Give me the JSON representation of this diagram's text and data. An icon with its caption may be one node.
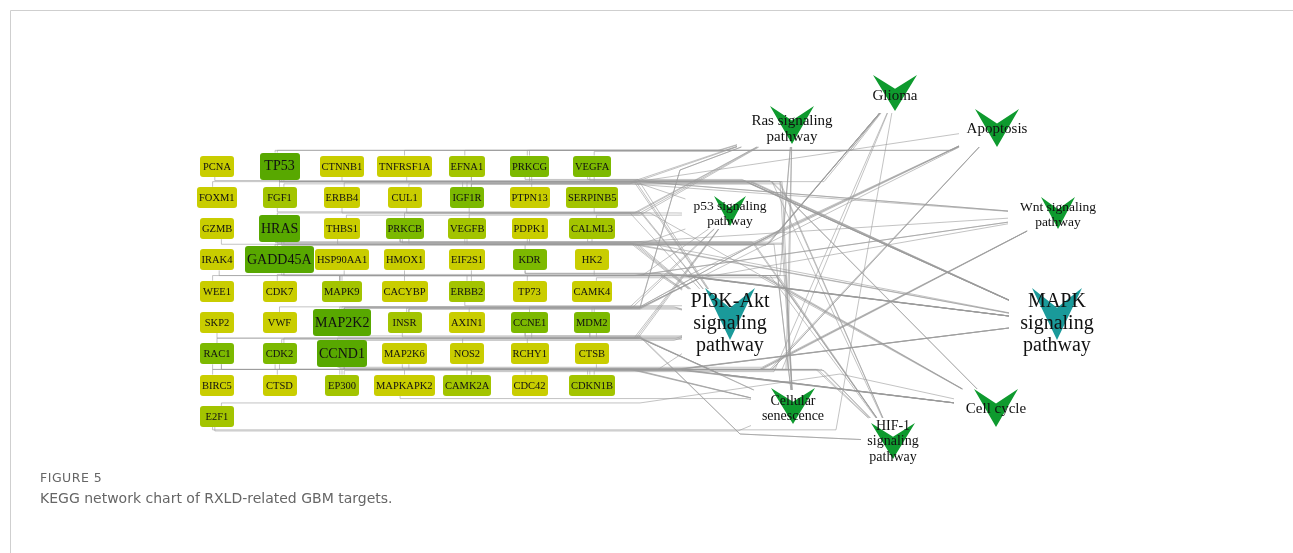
{
  "diagram": {
    "caption": "KEGG network chart of RXLD-related GBM targets.",
    "nodes": [
      {
        "text": [
          "PCNA"
        ]
      },
      {
        "text": [
          "TP53"
        ]
      },
      {
        "text": [
          "CTNNB1"
        ]
      },
      {
        "text": [
          "TNFRSF1A"
        ]
      },
      {
        "text": [
          "EFNA1"
        ]
      },
      {
        "text": [
          "PRKCG"
        ]
      },
      {
        "text": [
          "VEGFA"
        ]
      },
      {
        "text": [
          "FOXM1"
        ]
      },
      {
        "text": [
          "FGF1"
        ]
      },
      {
        "text": [
          "ERBB4"
        ]
      },
      {
        "text": [
          "CUL1"
        ]
      },
      {
        "text": [
          "IGF1R"
        ]
      },
      {
        "text": [
          "PTPN13"
        ]
      },
      {
        "text": [
          "SERPINB5"
        ]
      },
      {
        "text": [
          "GZMB"
        ]
      },
      {
        "text": [
          "HRAS"
        ]
      },
      {
        "text": [
          "THBS1"
        ]
      },
      {
        "text": [
          "PRKCB"
        ]
      },
      {
        "text": [
          "VEGFB"
        ]
      },
      {
        "text": [
          "PDPK1"
        ]
      },
      {
        "text": [
          "CALML3"
        ]
      },
      {
        "text": [
          "IRAK4"
        ]
      },
      {
        "text": [
          "GADD45A"
        ]
      },
      {
        "text": [
          "HSP90AA1"
        ]
      },
      {
        "text": [
          "HMOX1"
        ]
      },
      {
        "text": [
          "EIF2S1"
        ]
      },
      {
        "text": [
          "KDR"
        ]
      },
      {
        "text": [
          "HK2"
        ]
      },
      {
        "text": [
          "WEE1"
        ]
      },
      {
        "text": [
          "CDK7"
        ]
      },
      {
        "text": [
          "MAPK9"
        ]
      },
      {
        "text": [
          "CACYBP"
        ]
      },
      {
        "text": [
          "ERBB2"
        ]
      },
      {
        "text": [
          "TP73"
        ]
      },
      {
        "text": [
          "CAMK4"
        ]
      },
      {
        "text": [
          "SKP2"
        ]
      },
      {
        "text": [
          "VWF"
        ]
      },
      {
        "text": [
          "MAP2K2"
        ]
      },
      {
        "text": [
          "INSR"
        ]
      },
      {
        "text": [
          "AXIN1"
        ]
      },
      {
        "text": [
          "CCNE1"
        ]
      },
      {
        "text": [
          "MDM2"
        ]
      },
      {
        "text": [
          "RAC1"
        ]
      },
      {
        "text": [
          "CDK2"
        ]
      },
      {
        "text": [
          "CCND1"
        ]
      },
      {
        "text": [
          "MAP2K6"
        ]
      },
      {
        "text": [
          "NOS2"
        ]
      },
      {
        "text": [
          "RCHY1"
        ]
      },
      {
        "text": [
          "CTSB"
        ]
      },
      {
        "text": [
          "BIRC5"
        ]
      },
      {
        "text": [
          "CTSD"
        ]
      },
      {
        "text": [
          "EP300"
        ]
      },
      {
        "text": [
          "MAPKAPK2"
        ]
      },
      {
        "text": [
          "CAMK2A"
        ]
      },
      {
        "text": [
          "CDC42"
        ]
      },
      {
        "text": [
          "CDKN1B"
        ]
      },
      {
        "text": [
          "E2F1"
        ]
      },
      {
        "text": [
          "Glioma"
        ]
      },
      {
        "text": [
          "Ras signaling pathway"
        ]
      },
      {
        "text": [
          "Apoptosis"
        ]
      },
      {
        "text": [
          "p53 signaling pathway"
        ]
      },
      {
        "text": [
          "Wnt signaling pathway"
        ]
      },
      {
        "text": [
          "PI3K-Akt signaling pathway"
        ]
      },
      {
        "text": [
          "MAPK signaling pathway"
        ]
      },
      {
        "text": [
          "Cellular senescence"
        ]
      },
      {
        "text": [
          "HIF-1 signaling pathway"
        ]
      },
      {
        "text": [
          "Cell cycle"
        ]
      }
    ],
    "edges": [
      {
        "from": 1,
        "to": 57,
        "arrow": "none"
      },
      {
        "from": 5,
        "to": 57,
        "arrow": "none"
      },
      {
        "from": 11,
        "to": 57,
        "arrow": "none"
      },
      {
        "from": 15,
        "to": 57,
        "arrow": "none"
      },
      {
        "from": 17,
        "to": 57,
        "arrow": "none"
      },
      {
        "from": 20,
        "to": 57,
        "arrow": "none"
      },
      {
        "from": 37,
        "to": 57,
        "arrow": "none"
      },
      {
        "from": 41,
        "to": 57,
        "arrow": "none"
      },
      {
        "from": 44,
        "to": 57,
        "arrow": "none"
      },
      {
        "from": 53,
        "to": 57,
        "arrow": "none"
      },
      {
        "from": 56,
        "to": 57,
        "arrow": "none"
      },
      {
        "from": 4,
        "to": 58,
        "arrow": "none"
      },
      {
        "from": 5,
        "to": 58,
        "arrow": "none"
      },
      {
        "from": 6,
        "to": 58,
        "arrow": "none"
      },
      {
        "from": 8,
        "to": 58,
        "arrow": "none"
      },
      {
        "from": 11,
        "to": 58,
        "arrow": "none"
      },
      {
        "from": 15,
        "to": 58,
        "arrow": "none"
      },
      {
        "from": 17,
        "to": 58,
        "arrow": "none"
      },
      {
        "from": 18,
        "to": 58,
        "arrow": "none"
      },
      {
        "from": 20,
        "to": 58,
        "arrow": "none"
      },
      {
        "from": 26,
        "to": 58,
        "arrow": "none"
      },
      {
        "from": 30,
        "to": 58,
        "arrow": "none"
      },
      {
        "from": 37,
        "to": 58,
        "arrow": "none"
      },
      {
        "from": 38,
        "to": 58,
        "arrow": "none"
      },
      {
        "from": 42,
        "to": 58,
        "arrow": "none"
      },
      {
        "from": 54,
        "to": 58,
        "arrow": "none"
      },
      {
        "from": 1,
        "to": 59,
        "arrow": "none"
      },
      {
        "from": 3,
        "to": 59,
        "arrow": "none"
      },
      {
        "from": 12,
        "to": 59,
        "arrow": "none"
      },
      {
        "from": 14,
        "to": 59,
        "arrow": "none"
      },
      {
        "from": 15,
        "to": 59,
        "arrow": "none"
      },
      {
        "from": 22,
        "to": 59,
        "arrow": "none"
      },
      {
        "from": 30,
        "to": 59,
        "arrow": "none"
      },
      {
        "from": 37,
        "to": 59,
        "arrow": "none"
      },
      {
        "from": 48,
        "to": 59,
        "arrow": "none"
      },
      {
        "from": 49,
        "to": 59,
        "arrow": "none"
      },
      {
        "from": 50,
        "to": 59,
        "arrow": "none"
      },
      {
        "from": 1,
        "to": 60,
        "arrow": "none"
      },
      {
        "from": 13,
        "to": 60,
        "arrow": "none"
      },
      {
        "from": 16,
        "to": 60,
        "arrow": "none"
      },
      {
        "from": 22,
        "to": 60,
        "arrow": "none"
      },
      {
        "from": 33,
        "to": 60,
        "arrow": "none"
      },
      {
        "from": 40,
        "to": 60,
        "arrow": "none"
      },
      {
        "from": 41,
        "to": 60,
        "arrow": "none"
      },
      {
        "from": 43,
        "to": 60,
        "arrow": "none"
      },
      {
        "from": 44,
        "to": 60,
        "arrow": "none"
      },
      {
        "from": 47,
        "to": 60,
        "arrow": "none"
      },
      {
        "from": 2,
        "to": 61,
        "arrow": "none"
      },
      {
        "from": 5,
        "to": 61,
        "arrow": "none"
      },
      {
        "from": 10,
        "to": 61,
        "arrow": "none"
      },
      {
        "from": 17,
        "to": 61,
        "arrow": "none"
      },
      {
        "from": 30,
        "to": 61,
        "arrow": "none"
      },
      {
        "from": 31,
        "to": 61,
        "arrow": "none"
      },
      {
        "from": 39,
        "to": 61,
        "arrow": "none"
      },
      {
        "from": 42,
        "to": 61,
        "arrow": "none"
      },
      {
        "from": 44,
        "to": 61,
        "arrow": "none"
      },
      {
        "from": 51,
        "to": 61,
        "arrow": "none"
      },
      {
        "from": 53,
        "to": 61,
        "arrow": "none"
      },
      {
        "from": 1,
        "to": 62,
        "arrow": "none"
      },
      {
        "from": 4,
        "to": 62,
        "arrow": "none"
      },
      {
        "from": 6,
        "to": 62,
        "arrow": "none"
      },
      {
        "from": 8,
        "to": 62,
        "arrow": "none"
      },
      {
        "from": 9,
        "to": 62,
        "arrow": "none"
      },
      {
        "from": 11,
        "to": 62,
        "arrow": "none"
      },
      {
        "from": 15,
        "to": 62,
        "arrow": "none"
      },
      {
        "from": 16,
        "to": 62,
        "arrow": "none"
      },
      {
        "from": 18,
        "to": 62,
        "arrow": "none"
      },
      {
        "from": 19,
        "to": 62,
        "arrow": "none"
      },
      {
        "from": 23,
        "to": 62,
        "arrow": "none"
      },
      {
        "from": 25,
        "to": 62,
        "arrow": "none"
      },
      {
        "from": 26,
        "to": 62,
        "arrow": "none"
      },
      {
        "from": 32,
        "to": 62,
        "arrow": "none"
      },
      {
        "from": 36,
        "to": 62,
        "arrow": "none"
      },
      {
        "from": 37,
        "to": 62,
        "arrow": "none"
      },
      {
        "from": 38,
        "to": 62,
        "arrow": "none"
      },
      {
        "from": 40,
        "to": 62,
        "arrow": "none"
      },
      {
        "from": 41,
        "to": 62,
        "arrow": "none"
      },
      {
        "from": 42,
        "to": 62,
        "arrow": "none"
      },
      {
        "from": 43,
        "to": 62,
        "arrow": "none"
      },
      {
        "from": 44,
        "to": 62,
        "arrow": "none"
      },
      {
        "from": 46,
        "to": 62,
        "arrow": "none"
      },
      {
        "from": 55,
        "to": 62,
        "arrow": "none"
      },
      {
        "from": 1,
        "to": 63,
        "arrow": "none"
      },
      {
        "from": 3,
        "to": 63,
        "arrow": "none"
      },
      {
        "from": 4,
        "to": 63,
        "arrow": "none"
      },
      {
        "from": 5,
        "to": 63,
        "arrow": "none"
      },
      {
        "from": 6,
        "to": 63,
        "arrow": "none"
      },
      {
        "from": 8,
        "to": 63,
        "arrow": "none"
      },
      {
        "from": 9,
        "to": 63,
        "arrow": "none"
      },
      {
        "from": 11,
        "to": 63,
        "arrow": "none"
      },
      {
        "from": 15,
        "to": 63,
        "arrow": "none"
      },
      {
        "from": 17,
        "to": 63,
        "arrow": "none"
      },
      {
        "from": 18,
        "to": 63,
        "arrow": "none"
      },
      {
        "from": 21,
        "to": 63,
        "arrow": "none"
      },
      {
        "from": 22,
        "to": 63,
        "arrow": "none"
      },
      {
        "from": 26,
        "to": 63,
        "arrow": "none"
      },
      {
        "from": 30,
        "to": 63,
        "arrow": "none"
      },
      {
        "from": 32,
        "to": 63,
        "arrow": "none"
      },
      {
        "from": 37,
        "to": 63,
        "arrow": "none"
      },
      {
        "from": 38,
        "to": 63,
        "arrow": "none"
      },
      {
        "from": 42,
        "to": 63,
        "arrow": "none"
      },
      {
        "from": 45,
        "to": 63,
        "arrow": "none"
      },
      {
        "from": 52,
        "to": 63,
        "arrow": "none"
      },
      {
        "from": 54,
        "to": 63,
        "arrow": "none"
      },
      {
        "from": 1,
        "to": 64,
        "arrow": "none"
      },
      {
        "from": 7,
        "to": 64,
        "arrow": "none"
      },
      {
        "from": 15,
        "to": 64,
        "arrow": "none"
      },
      {
        "from": 20,
        "to": 64,
        "arrow": "none"
      },
      {
        "from": 22,
        "to": 64,
        "arrow": "none"
      },
      {
        "from": 34,
        "to": 64,
        "arrow": "none"
      },
      {
        "from": 40,
        "to": 64,
        "arrow": "none"
      },
      {
        "from": 41,
        "to": 64,
        "arrow": "none"
      },
      {
        "from": 43,
        "to": 64,
        "arrow": "none"
      },
      {
        "from": 44,
        "to": 64,
        "arrow": "none"
      },
      {
        "from": 45,
        "to": 64,
        "arrow": "none"
      },
      {
        "from": 52,
        "to": 64,
        "arrow": "none"
      },
      {
        "from": 56,
        "to": 64,
        "arrow": "none"
      },
      {
        "from": 5,
        "to": 65,
        "arrow": "none"
      },
      {
        "from": 6,
        "to": 65,
        "arrow": "none"
      },
      {
        "from": 11,
        "to": 65,
        "arrow": "none"
      },
      {
        "from": 17,
        "to": 65,
        "arrow": "none"
      },
      {
        "from": 19,
        "to": 65,
        "arrow": "none"
      },
      {
        "from": 24,
        "to": 65,
        "arrow": "none"
      },
      {
        "from": 27,
        "to": 65,
        "arrow": "none"
      },
      {
        "from": 32,
        "to": 65,
        "arrow": "none"
      },
      {
        "from": 37,
        "to": 65,
        "arrow": "none"
      },
      {
        "from": 38,
        "to": 65,
        "arrow": "none"
      },
      {
        "from": 46,
        "to": 65,
        "arrow": "none"
      },
      {
        "from": 51,
        "to": 65,
        "arrow": "none"
      },
      {
        "from": 53,
        "to": 65,
        "arrow": "none"
      },
      {
        "from": 55,
        "to": 65,
        "arrow": "none"
      },
      {
        "from": 0,
        "to": 66,
        "arrow": "none"
      },
      {
        "from": 1,
        "to": 66,
        "arrow": "none"
      },
      {
        "from": 10,
        "to": 66,
        "arrow": "none"
      },
      {
        "from": 22,
        "to": 66,
        "arrow": "none"
      },
      {
        "from": 28,
        "to": 66,
        "arrow": "none"
      },
      {
        "from": 29,
        "to": 66,
        "arrow": "none"
      },
      {
        "from": 35,
        "to": 66,
        "arrow": "none"
      },
      {
        "from": 40,
        "to": 66,
        "arrow": "none"
      },
      {
        "from": 41,
        "to": 66,
        "arrow": "none"
      },
      {
        "from": 43,
        "to": 66,
        "arrow": "none"
      },
      {
        "from": 44,
        "to": 66,
        "arrow": "none"
      },
      {
        "from": 51,
        "to": 66,
        "arrow": "none"
      },
      {
        "from": 55,
        "to": 66,
        "arrow": "none"
      },
      {
        "from": 56,
        "to": 66,
        "arrow": "none"
      }
    ],
    "labels": [
      "FIGURE 5"
    ]
  }
}
